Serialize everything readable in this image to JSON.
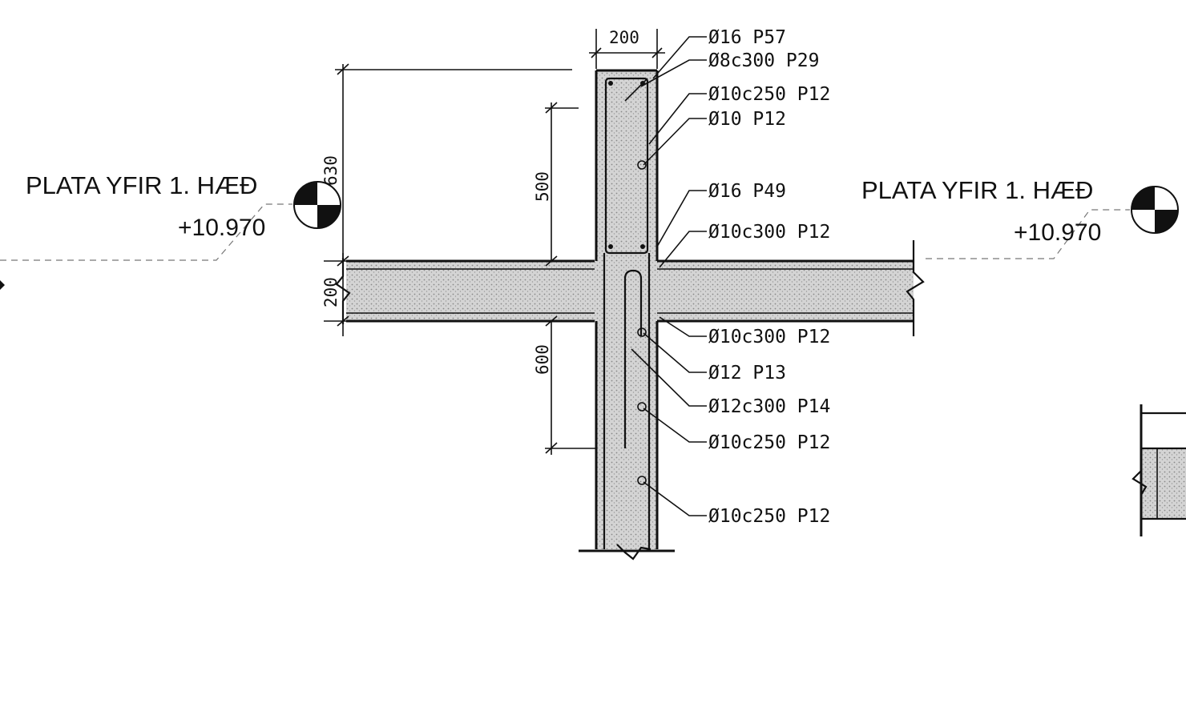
{
  "levels": [
    {
      "name": "PLATA YFIR 1. HÆÐ",
      "elevation": "+10.970"
    },
    {
      "name": "PLATA YFIR 1. HÆÐ",
      "elevation": "+10.970"
    }
  ],
  "dimensions": {
    "wall_width": "200",
    "top_total": "630",
    "top_lap": "500",
    "slab_thickness": "200",
    "bottom_lap": "600"
  },
  "rebar_labels": [
    "Ø16 P57",
    "Ø8c300 P29",
    "Ø10c250 P12",
    "Ø10 P12",
    "Ø16 P49",
    "Ø10c300 P12",
    "Ø10c300 P12",
    "Ø12 P13",
    "Ø12c300 P14",
    "Ø10c250 P12",
    "Ø10c250 P12"
  ],
  "colors": {
    "ink": "#111111",
    "concrete": "#cfcfcf"
  }
}
